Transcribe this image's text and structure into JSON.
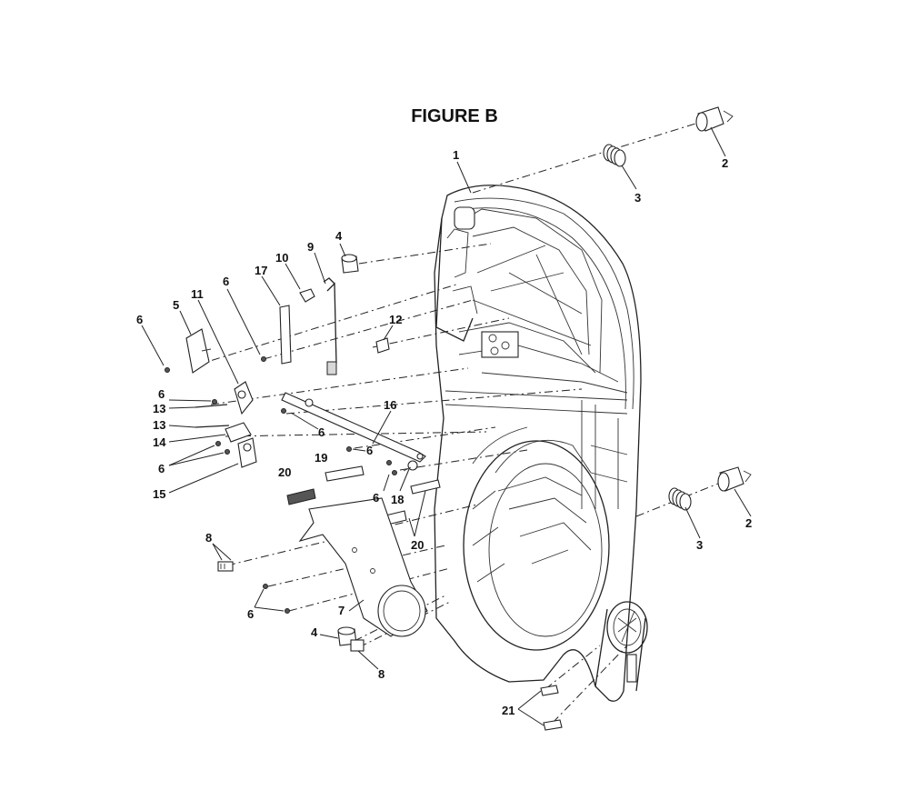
{
  "figure": {
    "title": "FIGURE B"
  },
  "callouts": [
    {
      "id": "c1",
      "text": "1"
    },
    {
      "id": "c2a",
      "text": "2"
    },
    {
      "id": "c2b",
      "text": "2"
    },
    {
      "id": "c3a",
      "text": "3"
    },
    {
      "id": "c3b",
      "text": "3"
    },
    {
      "id": "c4a",
      "text": "4"
    },
    {
      "id": "c4b",
      "text": "4"
    },
    {
      "id": "c5",
      "text": "5"
    },
    {
      "id": "c6a",
      "text": "6"
    },
    {
      "id": "c6b",
      "text": "6"
    },
    {
      "id": "c6c",
      "text": "6"
    },
    {
      "id": "c6d",
      "text": "6"
    },
    {
      "id": "c6e",
      "text": "6"
    },
    {
      "id": "c6f",
      "text": "6"
    },
    {
      "id": "c6g",
      "text": "6"
    },
    {
      "id": "c6h",
      "text": "6"
    },
    {
      "id": "c6i",
      "text": "6"
    },
    {
      "id": "c7",
      "text": "7"
    },
    {
      "id": "c8a",
      "text": "8"
    },
    {
      "id": "c8b",
      "text": "8"
    },
    {
      "id": "c9",
      "text": "9"
    },
    {
      "id": "c10",
      "text": "10"
    },
    {
      "id": "c11",
      "text": "11"
    },
    {
      "id": "c12",
      "text": "12"
    },
    {
      "id": "c13a",
      "text": "13"
    },
    {
      "id": "c13b",
      "text": "13"
    },
    {
      "id": "c14",
      "text": "14"
    },
    {
      "id": "c15",
      "text": "15"
    },
    {
      "id": "c16",
      "text": "16"
    },
    {
      "id": "c17",
      "text": "17"
    },
    {
      "id": "c18",
      "text": "18"
    },
    {
      "id": "c19",
      "text": "19"
    },
    {
      "id": "c20a",
      "text": "20"
    },
    {
      "id": "c20b",
      "text": "20"
    },
    {
      "id": "c21",
      "text": "21"
    }
  ]
}
